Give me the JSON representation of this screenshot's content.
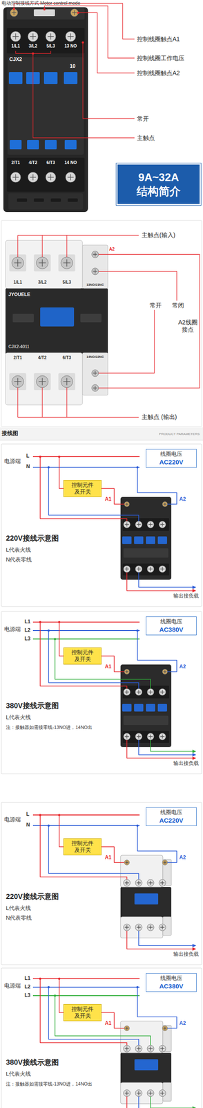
{
  "diagram": {
    "nodes": [
      {
        "text": [
          "9A~32A 结构简介"
        ]
      },
      {
        "text": [
          "线圈电压",
          "AC220V"
        ]
      },
      {
        "text": [
          "控制元件 及开关"
        ]
      },
      {
        "text": [
          "线圈电压",
          "AC380V"
        ]
      },
      {
        "text": [
          "控制元件 及开关"
        ]
      },
      {
        "text": [
          "线圈电压",
          "AC220V"
        ]
      },
      {
        "text": [
          "控制元件 及开关"
        ]
      },
      {
        "text": [
          "线圈电压",
          "AC380V"
        ]
      },
      {
        "text": [
          "控制元件 及开关"
        ]
      }
    ],
    "labels": [
      "电动控制接线方式 Motor control mode",
      "控制线圈触点A1",
      "控制线圈工作电压",
      "控制线圈触点A2",
      "常开",
      "主触点",
      "1/L1",
      "3/L2",
      "5/L3",
      "13 NO",
      "CJX2",
      "10",
      "2/T1",
      "4/T2",
      "6/T3",
      "14 NO",
      "主触点(输入)",
      "A2",
      "常开",
      "常闭",
      "A2线圈接点",
      "1/L1",
      "3/L2",
      "5/L3",
      "13NO/21NC",
      "JYOUELE",
      "CJX2-4011",
      "2/T1",
      "4/T2",
      "6/T3",
      "14NO/22NC",
      "主触点 (输出)",
      "接线图",
      "PRODUCT PARAMETERS",
      "电源端",
      "L",
      "N",
      "A1",
      "A2",
      "220V接线示意图",
      "L代表火线",
      "N代表零线",
      "输出接负载",
      "电源端",
      "L1",
      "L2",
      "L3",
      "A1",
      "A2",
      "380V接线示意图",
      "L代表火线",
      "注：接触器如需接零线-13NO进，14NO出",
      "输出接负载",
      "电源端",
      "L",
      "N",
      "A1",
      "A2",
      "220V接线示意图",
      "L代表火线",
      "N代表零线",
      "输出接负载",
      "电源端",
      "L1",
      "L2",
      "L3",
      "A1",
      "A2",
      "380V接线示意图",
      "L代表火线",
      "注：接触器如需接零线-13NO进，14NO出"
    ]
  }
}
